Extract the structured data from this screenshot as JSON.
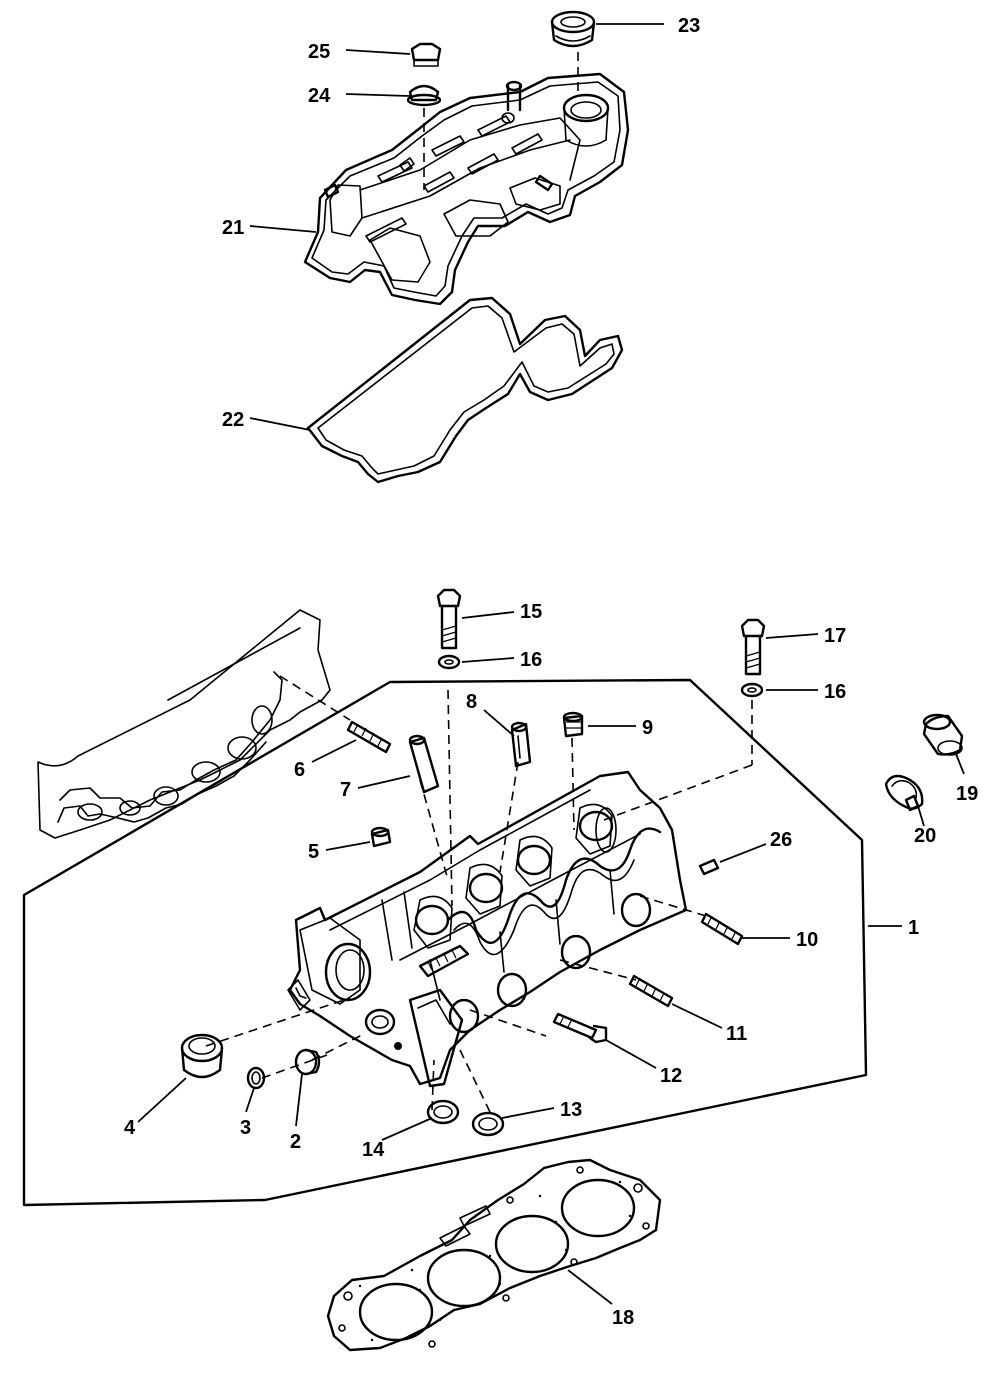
{
  "diagram": {
    "callouts": [
      "23",
      "25",
      "24",
      "21",
      "22",
      "15",
      "16",
      "17",
      "16",
      "8",
      "9",
      "6",
      "7",
      "5",
      "26",
      "10",
      "1",
      "20",
      "19",
      "11",
      "12",
      "4",
      "3",
      "2",
      "13",
      "14",
      "18"
    ]
  }
}
